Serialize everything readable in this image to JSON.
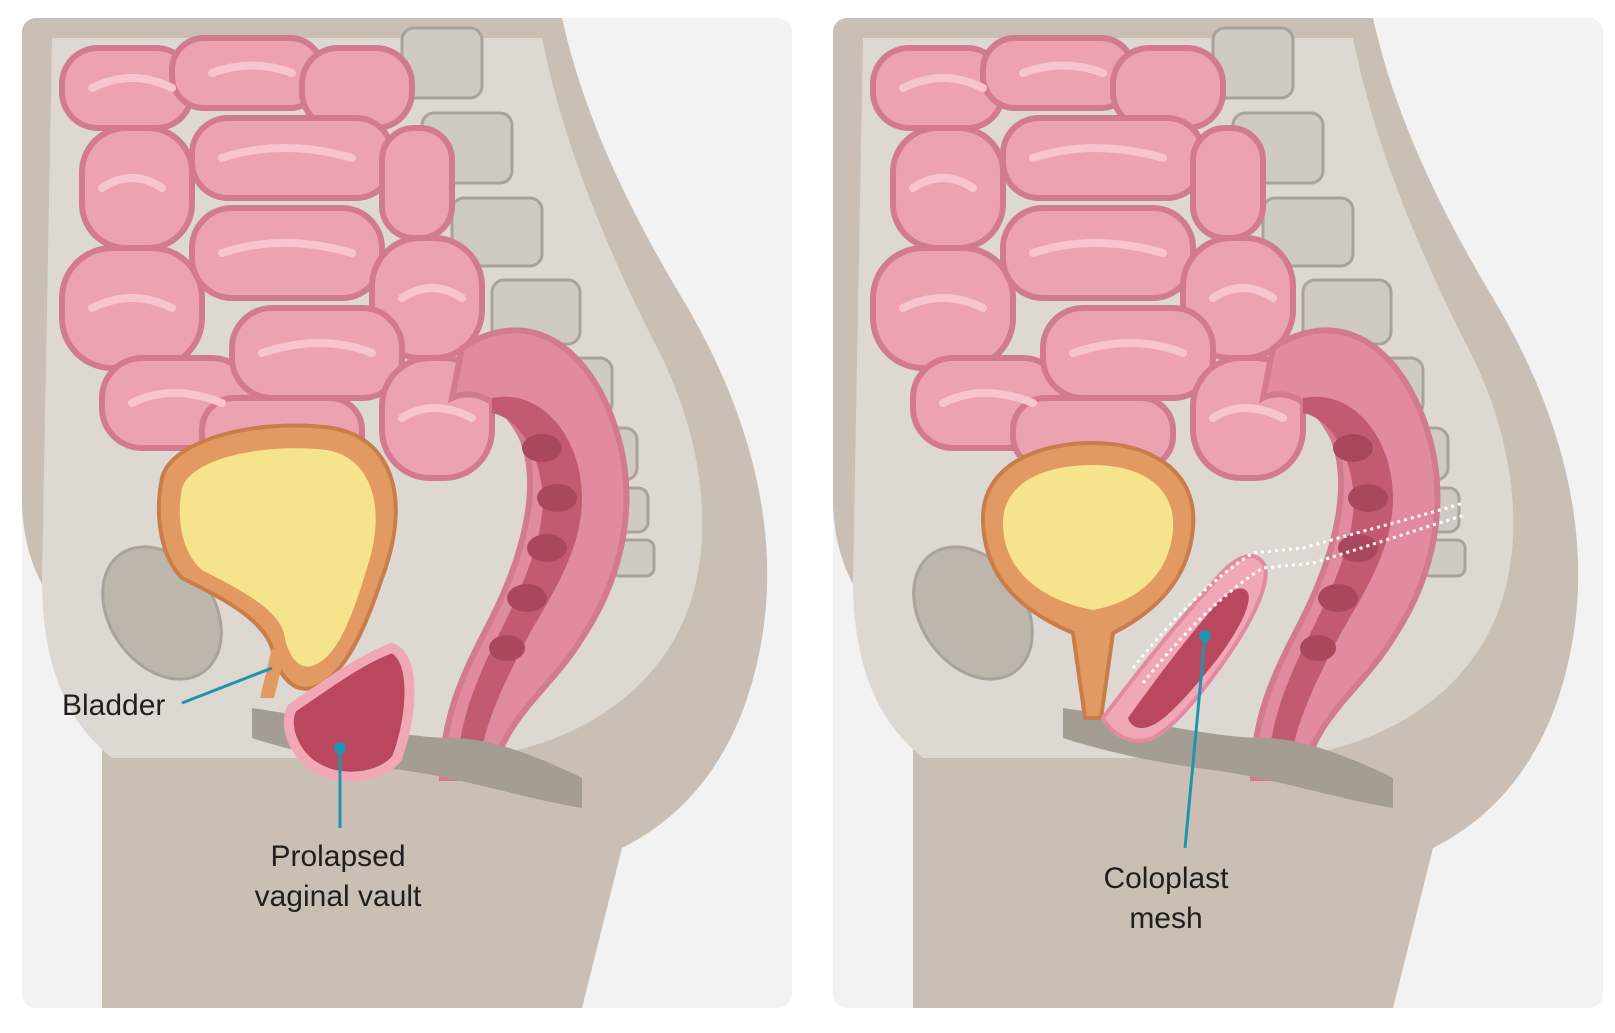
{
  "panels": {
    "left": {
      "labels": {
        "bladder": "Bladder",
        "vault_line1": "Prolapsed",
        "vault_line2": "vaginal vault"
      }
    },
    "right": {
      "labels": {
        "mesh_line1": "Coloplast",
        "mesh_line2": "mesh"
      }
    }
  },
  "colors": {
    "background": "#f2f2f2",
    "body_tissue": "#c9bfb4",
    "pelvic_cavity": "#ddd8d1",
    "spine": "#cfcac3",
    "intestine": "#eca2b1",
    "intestine_outline": "#d27b8f",
    "bladder_wall": "#e29a62",
    "urine": "#f5e48c",
    "rectum": "#c25a72",
    "vagina": "#b9485f",
    "leader_line": "#1f95ad"
  }
}
